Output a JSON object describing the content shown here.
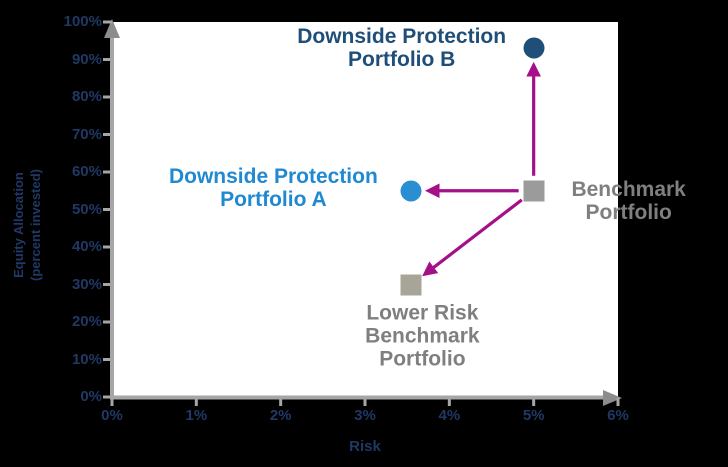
{
  "colors": {
    "background": "#000000",
    "plot_background": "#FFFFFF",
    "axis_line": "#A6A6A6",
    "axis_arrowhead": "#8C8C8C",
    "axis_text": "#203864",
    "arrow": "#A50F87",
    "navy": "#1F4E79",
    "bright_blue": "#2A8FD2",
    "gray_text": "#7F7F7F"
  },
  "chart_data": {
    "type": "scatter",
    "title": "",
    "xlabel": "Risk",
    "ylabel_line1": "Equity Allocation",
    "ylabel_line2": "(percent invested)",
    "xlim": [
      0,
      6
    ],
    "ylim": [
      0,
      100
    ],
    "x_ticks": [
      "0%",
      "1%",
      "2%",
      "3%",
      "4%",
      "5%",
      "6%"
    ],
    "y_ticks": [
      "0%",
      "10%",
      "20%",
      "30%",
      "40%",
      "50%",
      "60%",
      "70%",
      "80%",
      "90%",
      "100%"
    ],
    "grid": false,
    "legend": false,
    "arrow_color": "#A50F87",
    "points": [
      {
        "id": "portfolio-b",
        "label_lines": [
          "Downside Protection",
          "Portfolio B"
        ],
        "x": 5.0,
        "y": 93,
        "marker": "circle",
        "color": "#1F4E79",
        "label_color": "#1F4E79"
      },
      {
        "id": "portfolio-a",
        "label_lines": [
          "Downside Protection",
          "Portfolio A"
        ],
        "x": 3.55,
        "y": 55,
        "marker": "circle",
        "color": "#2A8FD2",
        "label_color": "#2189D1"
      },
      {
        "id": "benchmark",
        "label_lines": [
          "Benchmark",
          "Portfolio"
        ],
        "x": 5.0,
        "y": 55,
        "marker": "square",
        "color": "#9B9B9B",
        "label_color": "#7F7F7F"
      },
      {
        "id": "lower-risk",
        "label_lines": [
          "Lower Risk",
          "Benchmark",
          "Portfolio"
        ],
        "x": 3.55,
        "y": 30,
        "marker": "square",
        "color": "#A7A598",
        "label_color": "#7F7F7F"
      }
    ],
    "arrows": [
      {
        "from": "benchmark",
        "to": "portfolio-b"
      },
      {
        "from": "benchmark",
        "to": "portfolio-a"
      },
      {
        "from": "benchmark",
        "to": "lower-risk"
      }
    ]
  }
}
